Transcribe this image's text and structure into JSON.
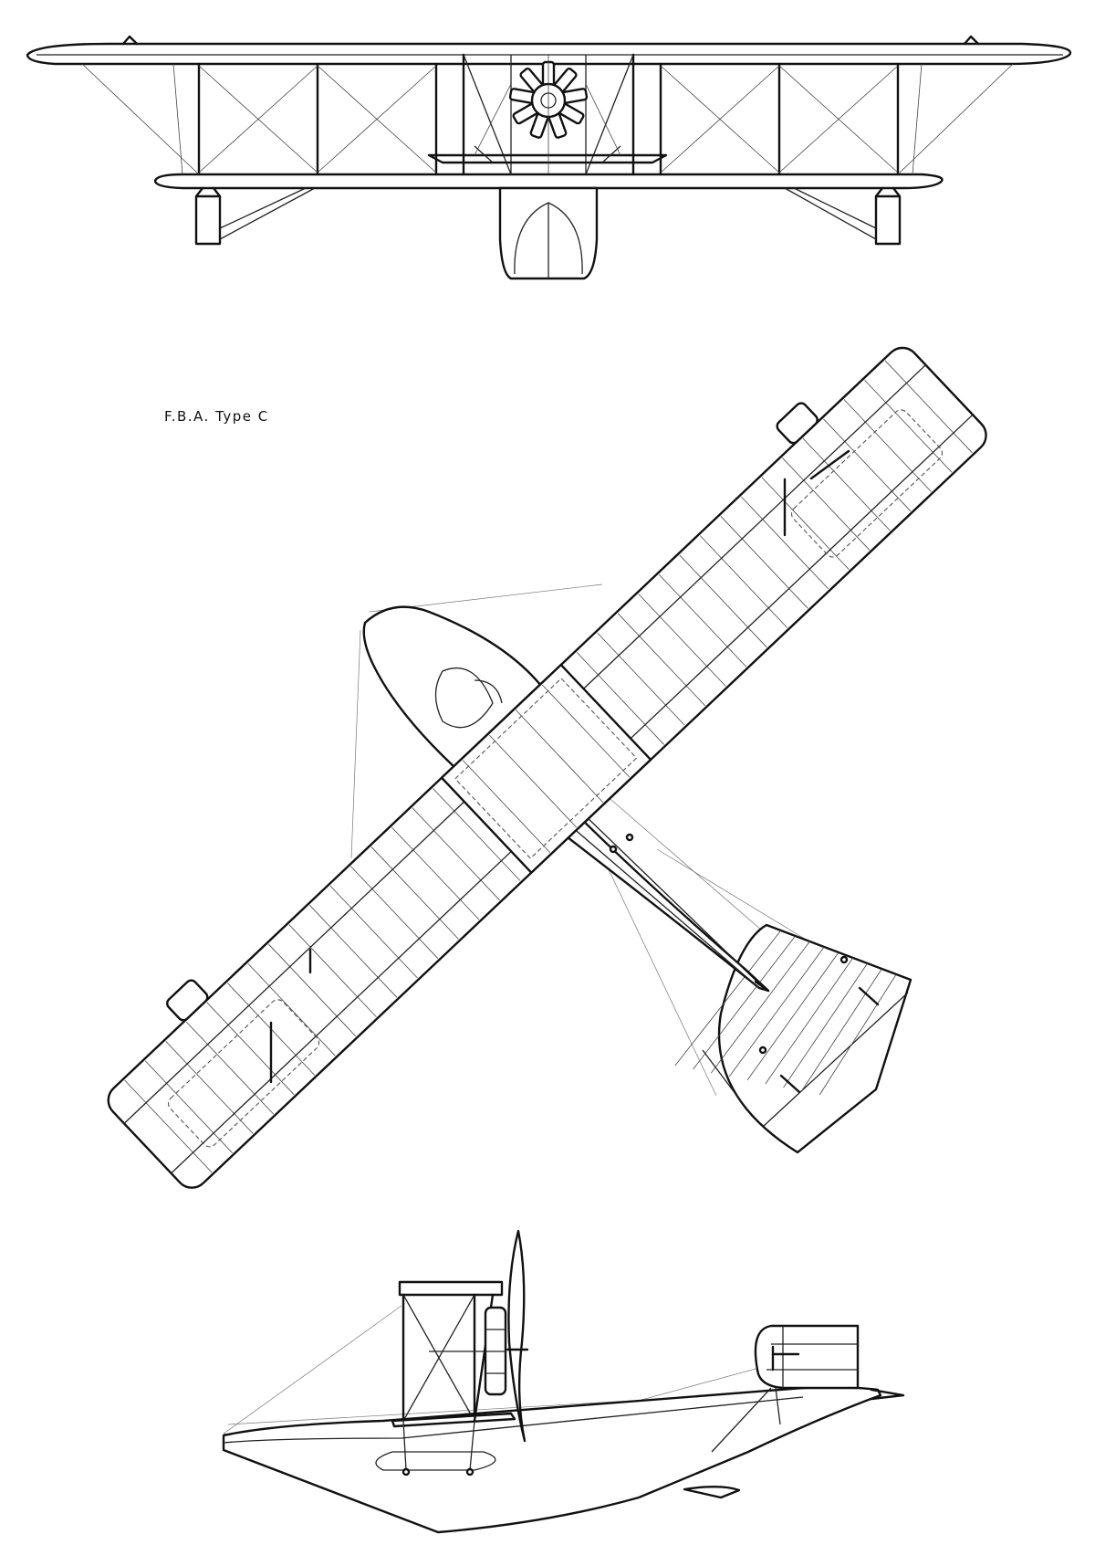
{
  "caption": "F.B.A. Type C",
  "views": {
    "front": "front-view",
    "plan": "plan-view",
    "side": "side-view"
  },
  "colors": {
    "ink": "#111111",
    "paper": "#ffffff"
  }
}
